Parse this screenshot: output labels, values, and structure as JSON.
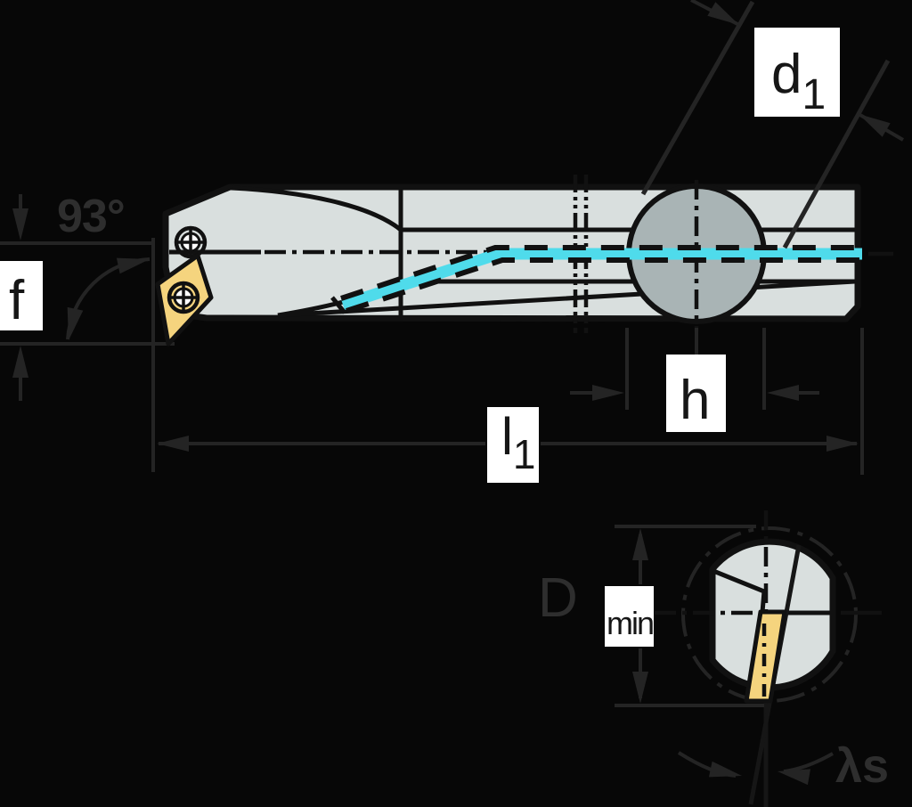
{
  "drawing": {
    "description": "Technical dimension drawing of a boring bar tool holder with indexable insert, side view and end cross-section view",
    "labels": {
      "angle": {
        "text": "93°"
      },
      "f": {
        "text": "f"
      },
      "d1": {
        "main": "d",
        "sub": "1"
      },
      "h": {
        "text": "h"
      },
      "l1": {
        "main": "l",
        "sub": "1"
      },
      "dmin": {
        "main": "D",
        "sub": "min"
      },
      "lambda_s": {
        "text": "λs"
      }
    }
  },
  "colors": {
    "background": "#070707",
    "body-gray": "#d9dfde",
    "circle-gray": "#a9b4b5",
    "insert-yellow": "#f5d47e",
    "coolant-cyan": "#4fdbeb",
    "outline-black": "#111111",
    "dim-line": "#242424",
    "dim-text": "#2e2e2e",
    "label-text": "#161616",
    "label-box": "#ffffff"
  }
}
